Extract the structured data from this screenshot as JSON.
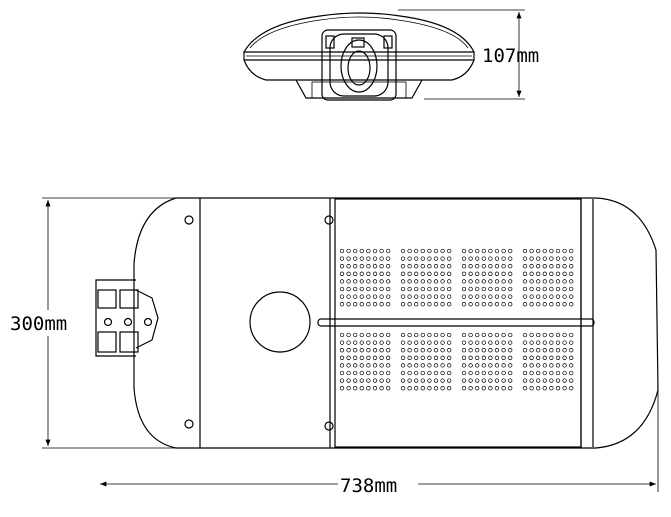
{
  "dimensions": {
    "height_label": "107mm",
    "width_label": "300mm",
    "length_label": "738mm"
  },
  "colors": {
    "stroke": "#000000",
    "background": "#ffffff"
  }
}
